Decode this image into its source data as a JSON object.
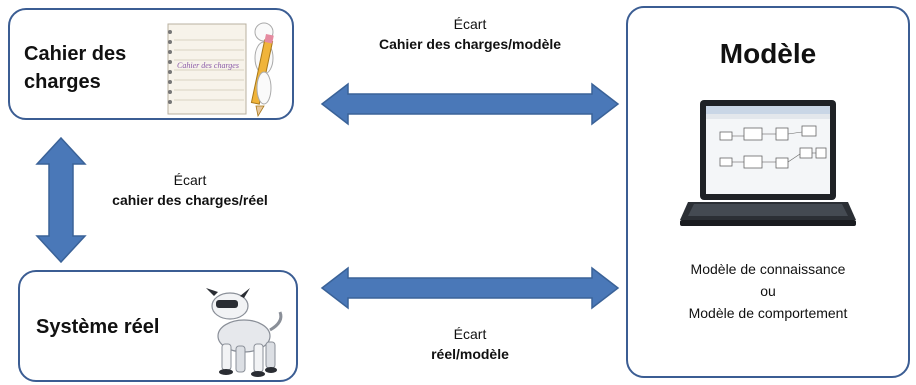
{
  "boxes": {
    "cahier": {
      "title_line1": "Cahier des",
      "title_line2": "charges",
      "notebook_text": "Cahier des charges"
    },
    "systeme": {
      "title": "Système réel"
    },
    "modele": {
      "title": "Modèle",
      "caption_line1": "Modèle de connaissance",
      "caption_line2": "ou",
      "caption_line3": "Modèle de comportement"
    }
  },
  "edges": {
    "top": {
      "line1": "Écart",
      "line2": "Cahier des charges/modèle"
    },
    "left": {
      "line1": "Écart",
      "line2": "cahier des charges/réel"
    },
    "bottom": {
      "line1": "Écart",
      "line2": "réel/modèle"
    }
  },
  "colors": {
    "border": "#3b5d93",
    "arrow": "#4a78b8",
    "arrow_stroke": "#3a6298"
  }
}
